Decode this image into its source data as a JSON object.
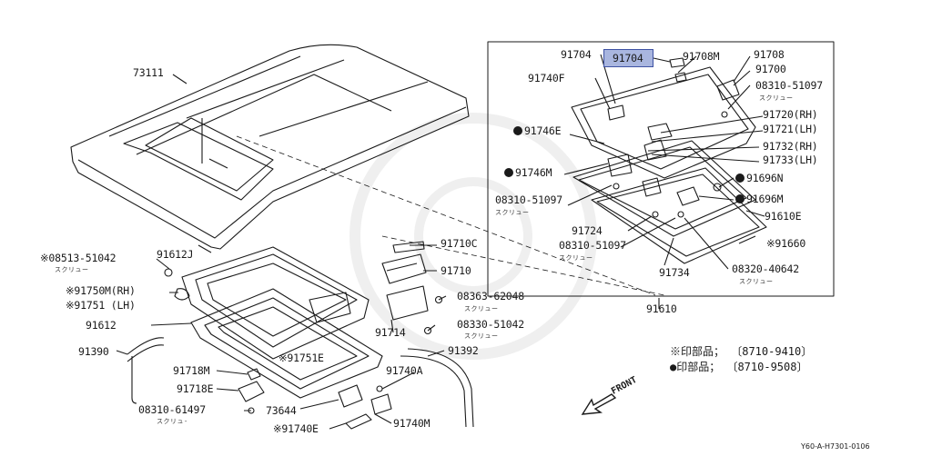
{
  "labels": {
    "p73111": "73111",
    "p91612j": "91612J",
    "p08513": "※08513-51042",
    "p08513s": "スクリュー",
    "p91750": "※91750M(RH)",
    "p91751": "※91751 (LH)",
    "p91612": "91612",
    "p91390": "91390",
    "p91718m": "91718M",
    "p91718e": "91718E",
    "p08310_61497": "08310-61497",
    "p08310_61497s": "スクリュ-",
    "p73644": "73644",
    "p91740e": "※91740E",
    "p91751e": "※91751E",
    "p91714": "91714",
    "p91740a": "91740A",
    "p91740m": "91740M",
    "p91392": "91392",
    "p91710c": "91710C",
    "p91710": "91710",
    "p08363": "08363-62048",
    "p08363s": "スクリュー",
    "p08330": "08330-51042",
    "p08330s": "スクリュー",
    "p91610": "91610",
    "b91704a": "91704",
    "b91704hl": "91704",
    "b91708m": "91708M",
    "b91708": "91708",
    "b91700": "91700",
    "b91740f": "91740F",
    "b08310_51097a": "08310-51097",
    "b08310_51097as": "スクリュー",
    "b91746e": "91746E",
    "b91720": "91720(RH)",
    "b91721": "91721(LH)",
    "b91732": "91732(RH)",
    "b91733": "91733(LH)",
    "b91746m": "91746M",
    "b91696n": "91696N",
    "b08310_51097b": "08310-51097",
    "b08310_51097bs": "スクリュー",
    "b91696m": "91696M",
    "b91610e": "91610E",
    "b91724": "91724",
    "b91660": "※91660",
    "b08310_51097c": "08310-51097",
    "b08310_51097cs": "スクリュー",
    "b91734": "91734",
    "b08320": "08320-40642",
    "b08320s": "スクリュー"
  },
  "legend": {
    "line1": "※印部品； 〔8710-9410〕",
    "line2": "●印部品； 〔8710-9508〕"
  },
  "front_label": "FRONT",
  "diagram_code": "Y60-A-H7301-0106",
  "colors": {
    "ink": "#1a1a1a",
    "highlight_fill": "#a9b6df",
    "highlight_border": "#3e52a3"
  },
  "icons": {
    "front_arrow": "hollow-arrow-down-left",
    "bullet": "filled-circle"
  }
}
